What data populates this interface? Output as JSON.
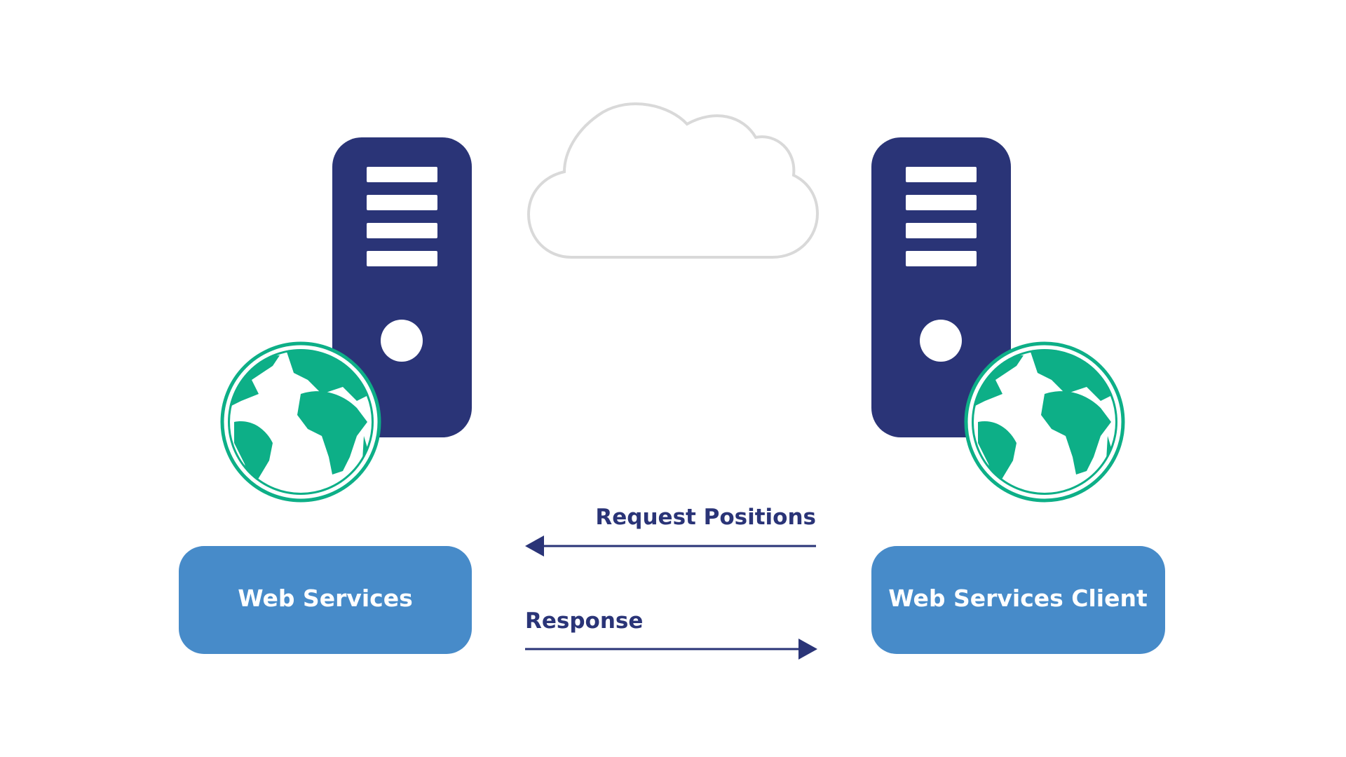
{
  "colors": {
    "server": "#2a3477",
    "globe": "#0daf87",
    "box": "#478bc9",
    "cloud": "#d9d9d9",
    "arrow": "#2a3477"
  },
  "icons": [
    "server-icon",
    "globe-icon",
    "cloud-icon",
    "arrow-left-icon",
    "arrow-right-icon"
  ],
  "left": {
    "label": "Web Services"
  },
  "right": {
    "label": "Web Services Client"
  },
  "arrows": {
    "request": "Request Positions",
    "response": "Response"
  }
}
